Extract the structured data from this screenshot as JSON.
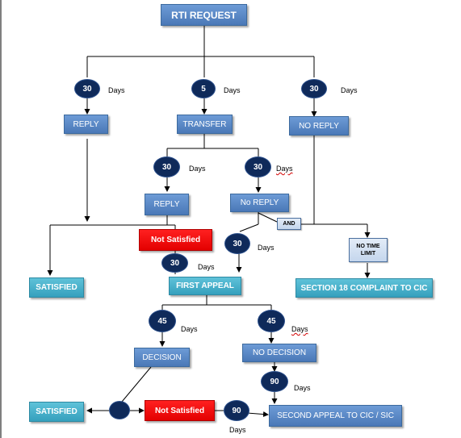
{
  "nodes": {
    "rti_request": "RTI REQUEST",
    "reply_top": "REPLY",
    "transfer": "TRANSFER",
    "no_reply_top": "NO REPLY",
    "reply_mid": "REPLY",
    "no_reply_mid": "No  REPLY",
    "not_satisfied_1": "Not   Satisfied",
    "and": "AND",
    "no_time_limit": "NO TIME LIMIT",
    "satisfied_1": "SATISFIED",
    "first_appeal": "FIRST APPEAL",
    "section_18": "SECTION 18 COMPLAINT TO CIC",
    "decision": "DECISION",
    "no_decision": "NO   DECISION",
    "satisfied_2": "SATISFIED",
    "not_satisfied_2": "Not   Satisfied",
    "second_appeal": "SECOND APPEAL TO CIC / SIC"
  },
  "timers": {
    "t1": {
      "value": "30",
      "unit": "Days"
    },
    "t2": {
      "value": "5",
      "unit": "Days"
    },
    "t3": {
      "value": "30",
      "unit": "Days"
    },
    "t4": {
      "value": "30",
      "unit": "Days"
    },
    "t5": {
      "value": "30",
      "unit": "Days"
    },
    "t6": {
      "value": "30",
      "unit": "Days"
    },
    "t7": {
      "value": "30",
      "unit": "Days"
    },
    "t8": {
      "value": "45",
      "unit": "Days"
    },
    "t9": {
      "value": "45",
      "unit": "Days"
    },
    "t10": {
      "value": "90",
      "unit": "Days"
    },
    "t11": {
      "value": "90",
      "unit": "Days"
    },
    "t12": {
      "value": ""
    }
  },
  "colors": {
    "box_blue": "#4f81bd",
    "box_teal": "#4bacc6",
    "box_red": "#ff0000",
    "circle_navy": "#0f2a5a",
    "line": "#000000"
  }
}
